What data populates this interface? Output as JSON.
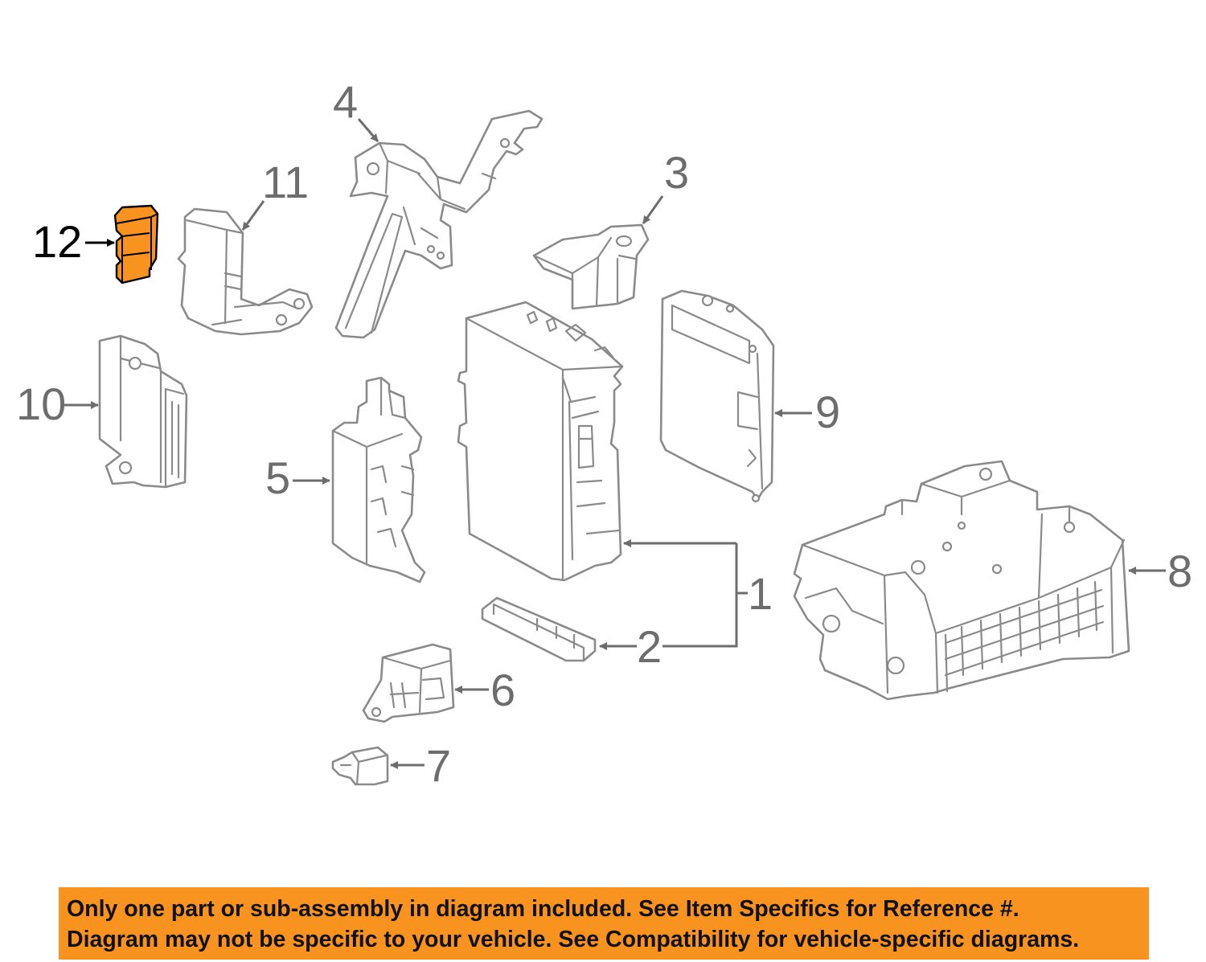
{
  "callouts": {
    "part_1": "1",
    "part_2": "2",
    "part_3": "3",
    "part_4": "4",
    "part_5": "5",
    "part_6": "6",
    "part_7": "7",
    "part_8": "8",
    "part_9": "9",
    "part_10": "10",
    "part_11": "11",
    "part_12": "12"
  },
  "highlighted_part": "12",
  "colors": {
    "highlight": "#f7931e",
    "line_art": "#8a8a8a",
    "callout_text": "#6d6d6d",
    "notice_background": "#f7931e"
  },
  "notice": {
    "line1": "Only one part or sub-assembly in diagram included. See Item Specifics for Reference #.",
    "line2": "Diagram may not be specific to your vehicle. See Compatibility for vehicle-specific diagrams."
  }
}
